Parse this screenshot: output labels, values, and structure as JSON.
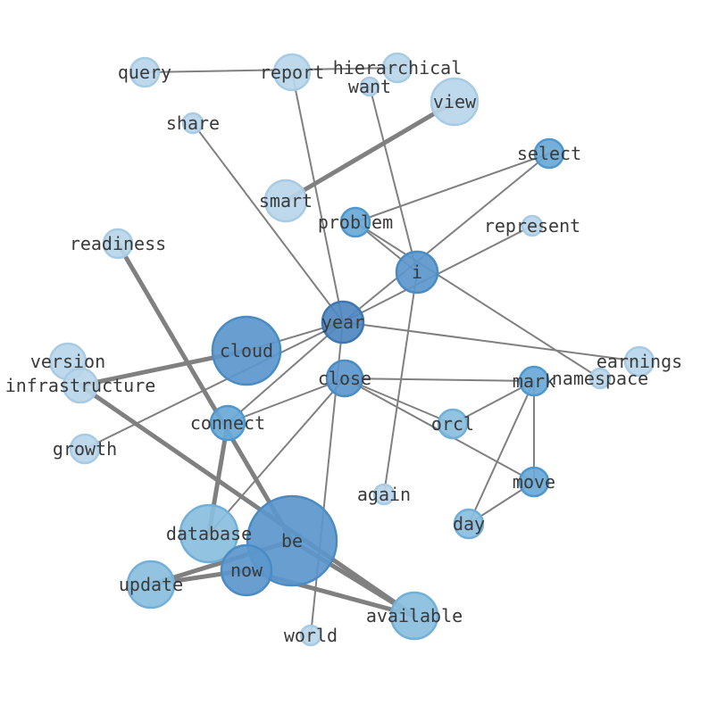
{
  "graph": {
    "nodes": [
      {
        "id": "query",
        "label": "query",
        "tone": 0
      },
      {
        "id": "report",
        "label": "report",
        "tone": 0
      },
      {
        "id": "hierarchical",
        "label": "hierarchical",
        "tone": 0
      },
      {
        "id": "want",
        "label": "want",
        "tone": 0
      },
      {
        "id": "view",
        "label": "view",
        "tone": 0
      },
      {
        "id": "share",
        "label": "share",
        "tone": 0
      },
      {
        "id": "select",
        "label": "select",
        "tone": 2
      },
      {
        "id": "smart",
        "label": "smart",
        "tone": 0
      },
      {
        "id": "problem",
        "label": "problem",
        "tone": 2
      },
      {
        "id": "represent",
        "label": "represent",
        "tone": 0
      },
      {
        "id": "readiness",
        "label": "readiness",
        "tone": 0
      },
      {
        "id": "i",
        "label": "i",
        "tone": 3
      },
      {
        "id": "year",
        "label": "year",
        "tone": 4
      },
      {
        "id": "cloud",
        "label": "cloud",
        "tone": 3
      },
      {
        "id": "version",
        "label": "version",
        "tone": 0
      },
      {
        "id": "earnings",
        "label": "earnings",
        "tone": 0
      },
      {
        "id": "infrastructure",
        "label": "infrastructure",
        "tone": 0
      },
      {
        "id": "close",
        "label": "close",
        "tone": 3
      },
      {
        "id": "mark",
        "label": "mark",
        "tone": 2
      },
      {
        "id": "namespace",
        "label": "namespace",
        "tone": 0
      },
      {
        "id": "connect",
        "label": "connect",
        "tone": 2
      },
      {
        "id": "orcl",
        "label": "orcl",
        "tone": 1
      },
      {
        "id": "growth",
        "label": "growth",
        "tone": 0
      },
      {
        "id": "move",
        "label": "move",
        "tone": 2
      },
      {
        "id": "again",
        "label": "again",
        "tone": 0
      },
      {
        "id": "day",
        "label": "day",
        "tone": 1
      },
      {
        "id": "database",
        "label": "database",
        "tone": 1
      },
      {
        "id": "be",
        "label": "be",
        "tone": 3
      },
      {
        "id": "now",
        "label": "now",
        "tone": 3
      },
      {
        "id": "update",
        "label": "update",
        "tone": 1
      },
      {
        "id": "available",
        "label": "available",
        "tone": 1
      },
      {
        "id": "world",
        "label": "world",
        "tone": 0
      }
    ],
    "edges": [
      {
        "source": "query",
        "target": "hierarchical",
        "weight": 1
      },
      {
        "source": "report",
        "target": "year",
        "weight": 1
      },
      {
        "source": "smart",
        "target": "view",
        "weight": 2.5
      },
      {
        "source": "want",
        "target": "i",
        "weight": 1
      },
      {
        "source": "share",
        "target": "year",
        "weight": 1
      },
      {
        "source": "problem",
        "target": "select",
        "weight": 1
      },
      {
        "source": "year",
        "target": "select",
        "weight": 1
      },
      {
        "source": "problem",
        "target": "i",
        "weight": 1
      },
      {
        "source": "problem",
        "target": "namespace",
        "weight": 1
      },
      {
        "source": "year",
        "target": "represent",
        "weight": 1
      },
      {
        "source": "readiness",
        "target": "be",
        "weight": 2.5
      },
      {
        "source": "cloud",
        "target": "year",
        "weight": 1
      },
      {
        "source": "infrastructure",
        "target": "cloud",
        "weight": 2.5
      },
      {
        "source": "year",
        "target": "earnings",
        "weight": 1
      },
      {
        "source": "year",
        "target": "growth",
        "weight": 1
      },
      {
        "source": "year",
        "target": "connect",
        "weight": 1
      },
      {
        "source": "year",
        "target": "world",
        "weight": 1
      },
      {
        "source": "i",
        "target": "again",
        "weight": 1
      },
      {
        "source": "close",
        "target": "mark",
        "weight": 1
      },
      {
        "source": "close",
        "target": "orcl",
        "weight": 1
      },
      {
        "source": "close",
        "target": "move",
        "weight": 1
      },
      {
        "source": "close",
        "target": "connect",
        "weight": 1
      },
      {
        "source": "close",
        "target": "database",
        "weight": 1
      },
      {
        "source": "mark",
        "target": "orcl",
        "weight": 1
      },
      {
        "source": "mark",
        "target": "move",
        "weight": 1
      },
      {
        "source": "mark",
        "target": "day",
        "weight": 1
      },
      {
        "source": "move",
        "target": "day",
        "weight": 1
      },
      {
        "source": "connect",
        "target": "database",
        "weight": 2.5
      },
      {
        "source": "infrastructure",
        "target": "available",
        "weight": 2.5
      },
      {
        "source": "be",
        "target": "available",
        "weight": 2.5
      },
      {
        "source": "now",
        "target": "available",
        "weight": 2.5
      },
      {
        "source": "update",
        "target": "be",
        "weight": 2.5
      },
      {
        "source": "update",
        "target": "now",
        "weight": 2.5
      }
    ]
  },
  "colors": {
    "tones": [
      "#b9d6ea",
      "#89bfe0",
      "#69a9d8",
      "#5b97cc",
      "#4f88c0"
    ],
    "strokes": [
      "#a8cbe4",
      "#72afd8",
      "#4f98cf",
      "#4a8bc4",
      "#3d76b0"
    ],
    "edge": "#808080",
    "label": "#3a3a3a"
  }
}
